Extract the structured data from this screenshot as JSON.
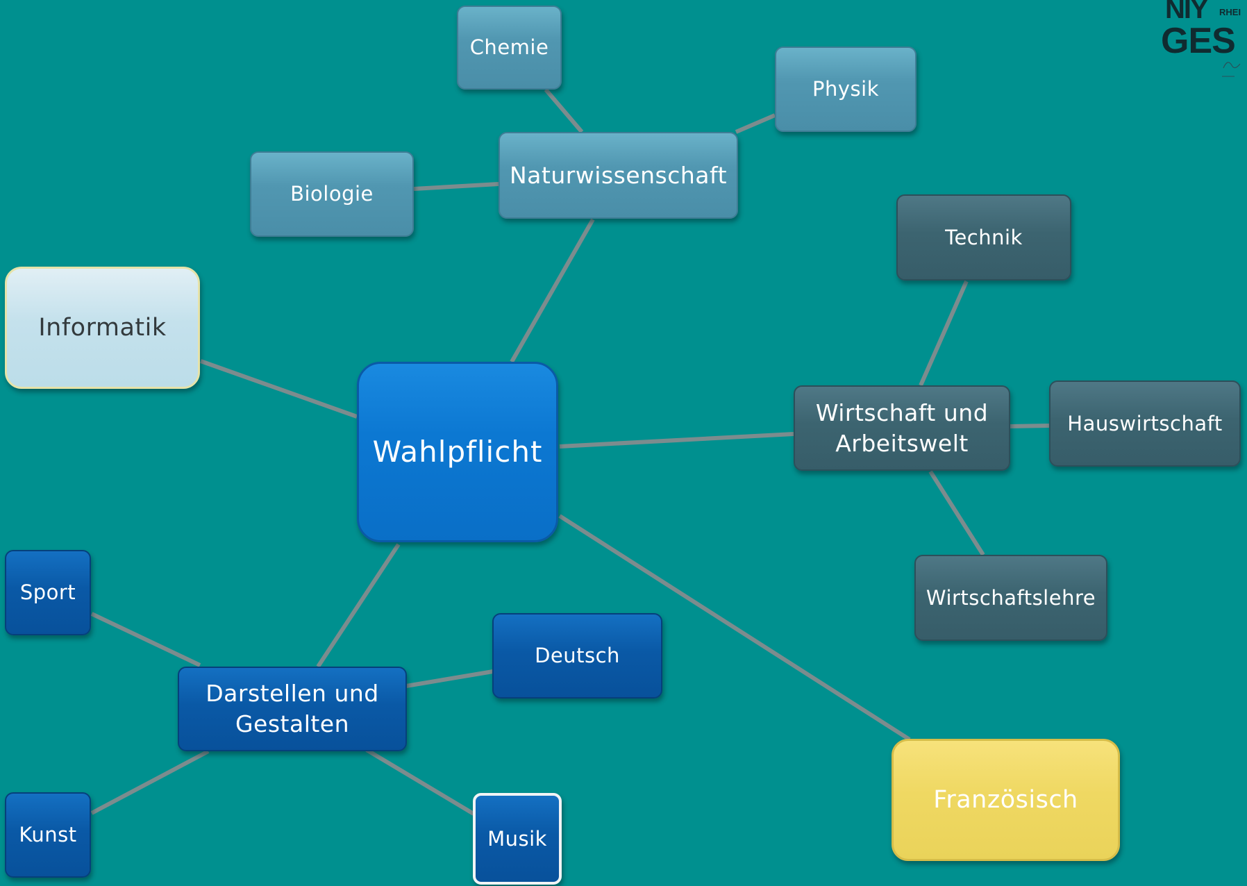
{
  "diagram": {
    "center": {
      "label": "Wahlpflicht"
    },
    "informatik": {
      "label": "Informatik"
    },
    "franzoesisch": {
      "label": "Französisch"
    },
    "naturwissenschaft": {
      "label": "Naturwissenschaft",
      "children": [
        "Chemie",
        "Physik",
        "Biologie"
      ]
    },
    "wirtschaft": {
      "label_line1": "Wirtschaft und",
      "label_line2": "Arbeitswelt",
      "children": [
        "Technik",
        "Hauswirtschaft",
        "Wirtschaftslehre"
      ]
    },
    "darstellen": {
      "label_line1": "Darstellen und",
      "label_line2": "Gestalten",
      "children": [
        "Sport",
        "Deutsch",
        "Kunst",
        "Musik"
      ]
    }
  },
  "colors": {
    "background": "#00908f",
    "connector": "#7c8c8e",
    "naturwissenschaft_nodes": "#5197b1",
    "wirtschaft_nodes": "#3c6470",
    "darstellen_nodes": "#0a59a6",
    "center_node": "#0c78d2",
    "informatik_node": "#c4e1ec",
    "franzoesisch_node": "#efd862"
  },
  "logo": {
    "partial_text_top": "NIY",
    "partial_text_small": "RHEI",
    "partial_text_bottom": "GES"
  }
}
